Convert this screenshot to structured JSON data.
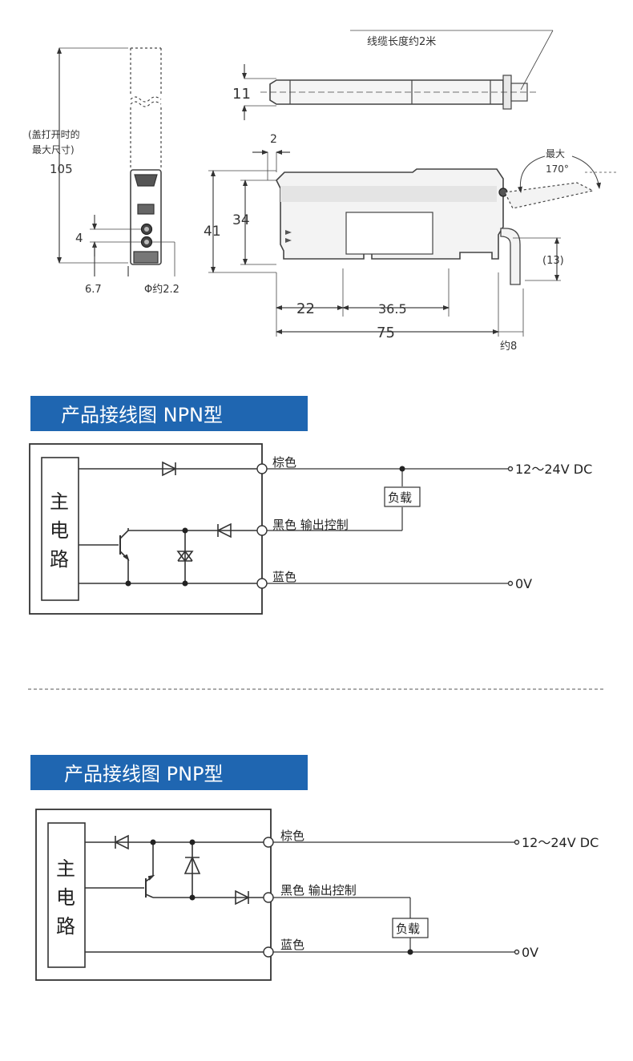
{
  "dimensions": {
    "cable_length": "线缆长度约2米",
    "dim_11": "11",
    "dim_2": "2",
    "max_angle_label": "最大",
    "max_angle_value": "170°",
    "lid_open_line1": "(盖打开时的",
    "lid_open_line2": "最大尺寸)",
    "dim_105": "105",
    "dim_41": "41",
    "dim_34": "34",
    "dim_4": "4",
    "dim_6_7": "6.7",
    "dim_phi": "Φ约2.2",
    "dim_13": "(13)",
    "dim_22": "22",
    "dim_36_5": "36.5",
    "dim_75": "75",
    "dim_8": "约8"
  },
  "npn": {
    "title": "产品接线图 NPN型",
    "main_circuit": [
      "主",
      "电",
      "路"
    ],
    "brown": "棕色",
    "black": "黑色 输出控制",
    "blue": "蓝色",
    "load": "负载",
    "supply": "12～24V DC",
    "zero": "0V"
  },
  "pnp": {
    "title": "产品接线图 PNP型",
    "main_circuit": [
      "主",
      "电",
      "路"
    ],
    "brown": "棕色",
    "black": "黑色 输出控制",
    "blue": "蓝色",
    "load": "负载",
    "supply": "12～24V DC",
    "zero": "0V"
  },
  "colors": {
    "banner": "#1f66b1",
    "line": "#333333",
    "outline": "#444444"
  }
}
